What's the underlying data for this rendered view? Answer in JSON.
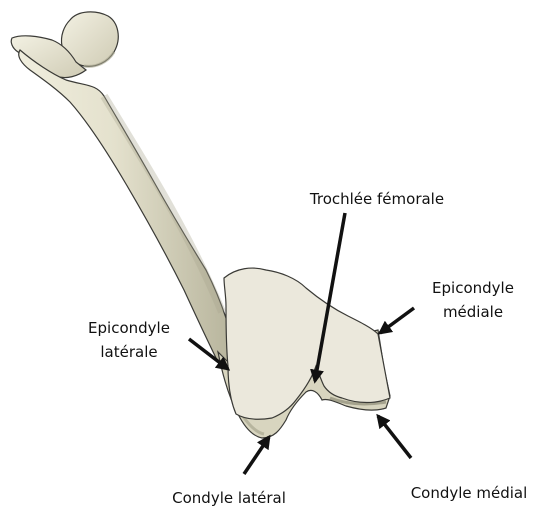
{
  "colors": {
    "bone_fill": "#e4e1cd",
    "bone_shadow": "#a9a690",
    "bone_outline": "#3a3a36",
    "cut_surface": "#ebe8dc",
    "arrow": "#111111",
    "background": "#ffffff"
  },
  "labels": {
    "trochlea": "Trochlée fémorale",
    "epicondyle_medial_line1": "Epicondyle",
    "epicondyle_medial_line2": "médiale",
    "epicondyle_lateral_line1": "Epicondyle",
    "epicondyle_lateral_line2": "latérale",
    "condyle_lateral": "Condyle latéral",
    "condyle_medial": "Condyle médial"
  }
}
